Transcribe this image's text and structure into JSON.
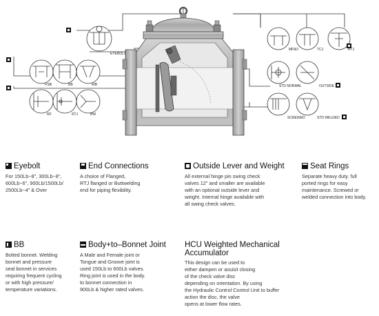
{
  "diagram": {
    "labels": {
      "eyebolt": "EYEBOLT",
      "psb": "PSB",
      "bb": "BB",
      "wb": "WB",
      "rf": "RF",
      "rtj": "RTJ",
      "bw": "BW",
      "mfmj": "MFMJ",
      "tcj": "TCJ",
      "rtj_seat": "RTJ",
      "std_normal": "STD NORMAL",
      "outside": "OUTSIDE",
      "screwed": "SCREWED",
      "std_welded": "STD WELDED"
    }
  },
  "sections": {
    "eyebolt": {
      "title": "Eyebolt",
      "icon": "eyebolt-icon",
      "lines": [
        "For 150Lb~8\", 300Lb~8\",",
        "600Lb~6\", 900Lb/1500Lb/",
        "2500Lb~4\" & Over"
      ]
    },
    "end_connections": {
      "title": "End Connections",
      "icon": "end-connections-icon",
      "lines": [
        "A choice of Flanged,",
        "RTJ flanged or Buttwelding",
        "end for piping flexibility."
      ]
    },
    "outside_lever": {
      "title": "Outside Lever and Weight",
      "icon": "outside-lever-icon",
      "lines": [
        "All external hinge pin swing check",
        "valves 12\" and smaller are available",
        "with an optional outside lever and",
        "weight. Internal hinge available with",
        "all swing check valves."
      ]
    },
    "seat_rings": {
      "title": "Seat Rings",
      "icon": "seat-rings-icon",
      "lines": [
        "Separate heavy duty. full",
        "ported rings for easy",
        "maintenance. Screwed or",
        "welded connection into body."
      ]
    },
    "bb": {
      "title": "BB",
      "icon": "bb-icon",
      "lines": [
        "Bolted bonnet. Welding",
        "bonnet and pressure",
        "seal bonnet in services",
        "requiring frequent cycling",
        "or with high pressure/",
        "temperature variations."
      ]
    },
    "body_bonnet": {
      "title": "Body+to–Bonnet Joint",
      "icon": "body-bonnet-icon",
      "lines": [
        "A Male and Female joint or",
        "Tongue and Groove joint is",
        "used 150Lb to 600Lb valves.",
        "Ring joint is used in the body.",
        "to bonnet connection in",
        "900Lb & higher rated valves."
      ]
    },
    "hcu": {
      "title_line1": "HCU Weighted Mechanical",
      "title_line2": "Accumulator",
      "lines": [
        "This design can be used to",
        "either dampen or assisit closing",
        "of the check valve disc",
        "depending on orientation. By using",
        "the Hydraulic Control Control Unit to buffer",
        "action the disc, the valve",
        "opens at lower flow rates."
      ]
    }
  }
}
